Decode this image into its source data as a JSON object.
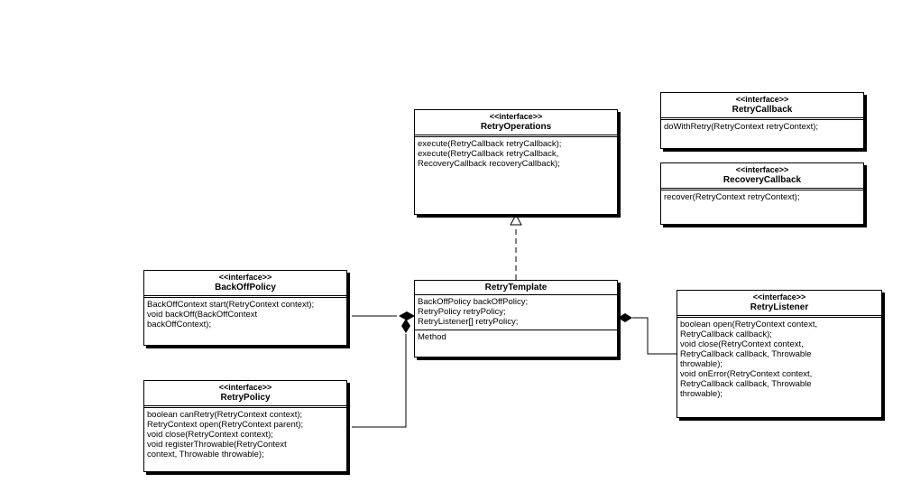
{
  "classes": {
    "retry_operations": {
      "stereotype": "<<interface>>",
      "name": "RetryOperations",
      "methods": [
        "execute(RetryCallback retryCallback);",
        "execute(RetryCallback retryCallback,",
        "RecoveryCallback recoveryCallback);"
      ]
    },
    "retry_callback": {
      "stereotype": "<<interface>>",
      "name": "RetryCallback",
      "methods": [
        "doWithRetry(RetryContext retryContext);"
      ]
    },
    "recovery_callback": {
      "stereotype": "<<interface>>",
      "name": "RecoveryCallback",
      "methods": [
        "recover(RetryContext retryContext);"
      ]
    },
    "backoff_policy": {
      "stereotype": "<<interface>>",
      "name": "BackOffPolicy",
      "methods": [
        "BackOffContext start(RetryContext context);",
        "void backOff(BackOffContext",
        "backOffContext);"
      ]
    },
    "retry_template": {
      "name": "RetryTemplate",
      "attributes": [
        "BackOffPolicy backOffPolicy;",
        "RetryPolicy retryPolicy;",
        "RetryListener[] retryPolicy;"
      ],
      "methods": [
        "Method"
      ]
    },
    "retry_listener": {
      "stereotype": "<<interface>>",
      "name": "RetryListener",
      "methods": [
        "boolean open(RetryContext context,",
        "RetryCallback callback);",
        "void close(RetryContext context,",
        "RetryCallback callback, Throwable",
        "throwable);",
        "void onError(RetryContext context,",
        "RetryCallback callback, Throwable",
        "throwable);"
      ]
    },
    "retry_policy": {
      "stereotype": "<<interface>>",
      "name": "RetryPolicy",
      "methods": [
        "boolean canRetry(RetryContext context);",
        "RetryContext open(RetryContext parent);",
        "void close(RetryContext context);",
        "void registerThrowable(RetryContext",
        "context, Throwable throwable);"
      ]
    }
  },
  "relationships": [
    {
      "type": "realization",
      "from": "RetryTemplate",
      "to": "RetryOperations"
    },
    {
      "type": "composition",
      "whole": "RetryTemplate",
      "part": "BackOffPolicy"
    },
    {
      "type": "composition",
      "whole": "RetryTemplate",
      "part": "RetryPolicy"
    },
    {
      "type": "composition",
      "whole": "RetryTemplate",
      "part": "RetryListener"
    }
  ]
}
